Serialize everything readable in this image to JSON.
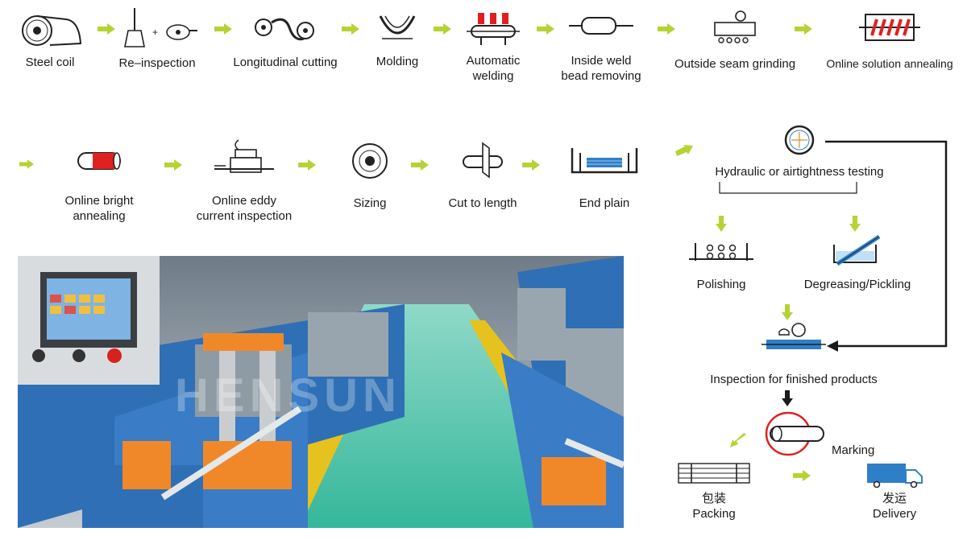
{
  "steps": {
    "steel_coil": "Steel coil",
    "re_inspection": "Re–inspection",
    "longitudinal_cutting": "Longitudinal cutting",
    "molding": "Molding",
    "automatic_welding": "Automatic\nwelding",
    "inside_weld": "Inside weld\nbead removing",
    "outside_seam": "Outside seam grinding",
    "online_solution": "Online solution annealing",
    "online_bright": "Online bright\nannealing",
    "online_eddy": "Online eddy\ncurrent inspection",
    "sizing": "Sizing",
    "cut_to_length": "Cut to length",
    "end_plain": "End plain",
    "hydraulic": "Hydraulic or airtightness testing",
    "polishing": "Polishing",
    "degreasing": "Degreasing/Pickling",
    "inspection_finished": "Inspection for finished products",
    "marking": "Marking",
    "packing_cn": "包装",
    "packing": "Packing",
    "delivery_cn": "发运",
    "delivery": "Delivery"
  },
  "photo": {
    "watermark": "HENSUN"
  },
  "colors": {
    "flow_arrow": "#b5d334",
    "return_line": "#1a1a1a",
    "accent_red": "#e02020",
    "accent_blue": "#2f7fc8"
  }
}
